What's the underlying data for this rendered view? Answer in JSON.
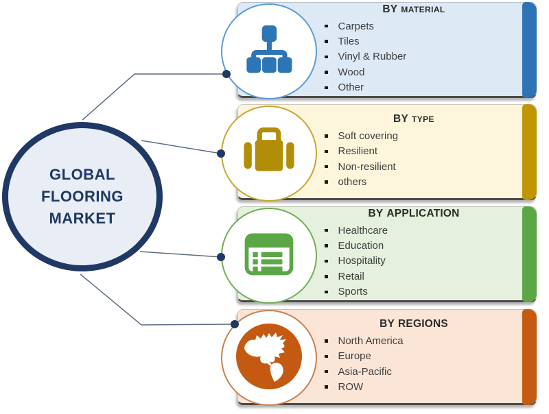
{
  "diagram_title": "GLOBAL FLOORING MARKET",
  "center_circle": {
    "lines": [
      "GLOBAL",
      "FLOORING",
      "MARKET"
    ],
    "text_color": "#1F3864",
    "fill": "#E9EDF6",
    "border_color": "#1F3864"
  },
  "panels": [
    {
      "title_prefix": "BY",
      "title_rest": "MATERIAL",
      "items": [
        "Carpets",
        "Tiles",
        "Vinyl & Rubber",
        "Wood",
        "Other"
      ],
      "icon": "sitemap-icon",
      "bg": "#DEE9F6",
      "accent": "#2E74B5",
      "icon_color": "#2E75B6"
    },
    {
      "title_prefix": "BY",
      "title_rest": "TYPE",
      "items": [
        "Soft covering",
        "Resilient",
        "Non-resilient",
        "others"
      ],
      "icon": "briefcase-icon",
      "bg": "#FDF5DC",
      "accent": "#C09600",
      "icon_color": "#B28E08"
    },
    {
      "title_prefix": "BY",
      "title_rest": "APPLICATION",
      "items": [
        "Healthcare",
        "Education",
        "Hospitality",
        "Retail",
        "Sports"
      ],
      "icon": "list-icon",
      "bg": "#E5F0DE",
      "accent": "#5BA746",
      "icon_color": "#5BA746"
    },
    {
      "title_prefix": "BY",
      "title_rest": "REGIONS",
      "items": [
        "North America",
        "Europe",
        "Asia-Pacific",
        "ROW"
      ],
      "icon": "globe-icon",
      "bg": "#FBE5D6",
      "accent": "#C55A11",
      "icon_color": "#C45A12"
    }
  ],
  "connector_color": "#5D6B82",
  "node_dot_color": "#1F3864"
}
